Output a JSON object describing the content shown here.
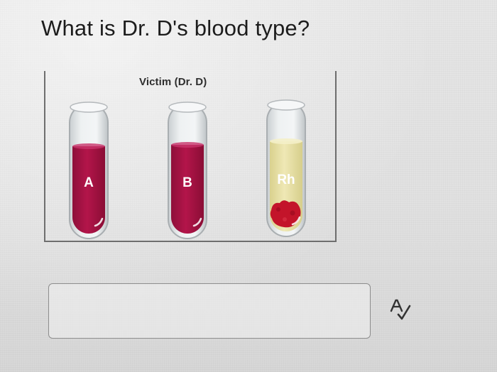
{
  "question": {
    "title": "What is Dr. D's blood type?"
  },
  "figure": {
    "caption": "Victim (Dr. D)",
    "tubes": [
      {
        "label": "A",
        "result": "no-agglutination"
      },
      {
        "label": "B",
        "result": "no-agglutination"
      },
      {
        "label": "Rh",
        "result": "agglutination"
      }
    ],
    "colors": {
      "blood": "#b3154a",
      "serum": "#ece4a8",
      "clump": "#c3142a"
    }
  },
  "answer": {
    "value": "",
    "placeholder": ""
  },
  "icons": {
    "spellcheck": "spellcheck-icon"
  }
}
